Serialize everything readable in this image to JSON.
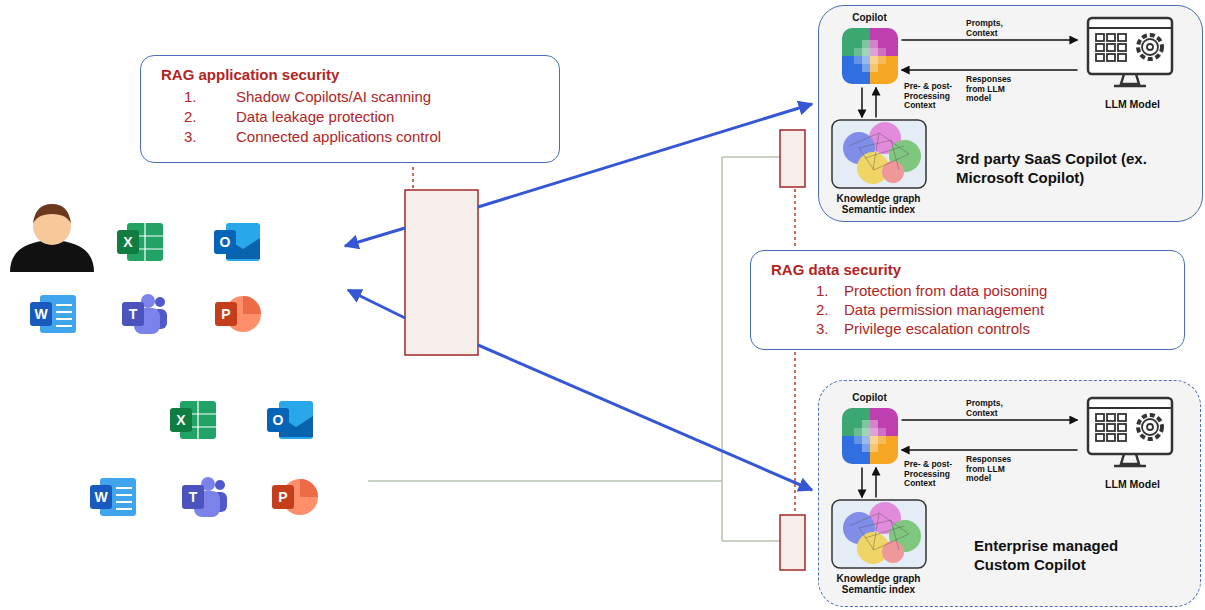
{
  "diagram": {
    "nodes": [
      {
        "text": [
          "RAG application security",
          "1.",
          "Shadow Copilots/AI scanning",
          "2.",
          "Data leakage protection",
          "3.",
          "Connected applications control"
        ]
      },
      {
        "text": [
          "3rd party SaaS Copilot (ex. Microsoft Copilot)"
        ]
      },
      {
        "text": [
          "Copilot"
        ],
        "in": 1
      },
      {
        "text": [
          "LLM Model"
        ],
        "in": 1
      },
      {
        "text": [
          "Knowledge graph Semantic index"
        ],
        "in": 1
      },
      {
        "text": [
          "RAG data security",
          "1.",
          "Protection from data poisoning",
          "2.",
          "Data permission management",
          "3.",
          "Privilege escalation controls"
        ]
      },
      {
        "text": [
          "Enterprise managed Custom Copilot"
        ]
      },
      {
        "text": [
          "Copilot"
        ],
        "in": 6
      },
      {
        "text": [
          "LLM Model"
        ],
        "in": 6
      },
      {
        "text": [
          "Knowledge graph Semantic index"
        ],
        "in": 6
      }
    ],
    "edges": [
      {
        "from": 2,
        "to": 3,
        "label": "Prompts, Context",
        "arrow": "to"
      },
      {
        "from": 3,
        "to": 2,
        "label": "Responses from LLM model",
        "arrow": "to"
      },
      {
        "from": 2,
        "to": 4,
        "arrow": "to"
      },
      {
        "from": 4,
        "to": 2,
        "label": "Pre- & post- Processing Context",
        "arrow": "to"
      },
      {
        "from": 7,
        "to": 8,
        "label": "Prompts, Context",
        "arrow": "to"
      },
      {
        "from": 8,
        "to": 7,
        "label": "Responses from LLM model",
        "arrow": "to"
      },
      {
        "from": 7,
        "to": 9,
        "arrow": "to"
      },
      {
        "from": 9,
        "to": 7,
        "label": "Pre- & post- Processing Context",
        "arrow": "to"
      }
    ],
    "labels": [
      "X",
      "O",
      "W",
      "T",
      "P",
      "X",
      "O",
      "W",
      "T",
      "P"
    ]
  }
}
